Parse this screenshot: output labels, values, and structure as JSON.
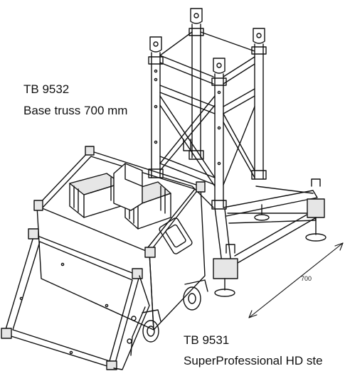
{
  "base_truss": {
    "code": "TB 9532",
    "description": "Base truss 700 mm"
  },
  "flightcase": {
    "code": "TB 9531",
    "description": "SuperProfessional HD ste"
  },
  "dimension": {
    "value": "700"
  },
  "colors": {
    "line": "#111111",
    "background": "#ffffff",
    "component_fill": "#e6e6e6"
  }
}
